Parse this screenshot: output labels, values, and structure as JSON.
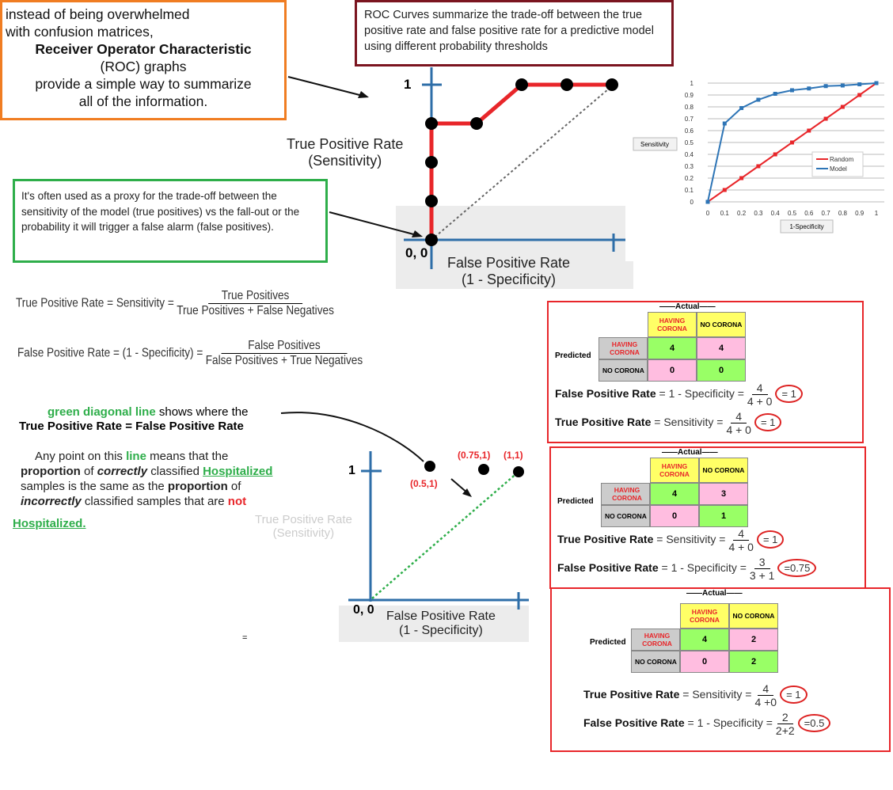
{
  "boxes": {
    "orange": [
      "instead of being overwhelmed",
      "with confusion matrices,",
      "Receiver Operator Characteristic",
      "(ROC) graphs",
      "provide a simple way to summarize",
      "all of the information."
    ],
    "maroon": "ROC Curves summarize the trade-off between the true positive rate and false positive rate for a predictive model using different probability thresholds",
    "green": "It's often used as a proxy for the trade-off between the sensitivity of the model (true positives) vs the fall-out or the probability it will trigger a false alarm (false positives)."
  },
  "roc_main": {
    "y_label": "True Positive Rate",
    "y_sub": "(Sensitivity)",
    "x_label": "False Positive Rate",
    "x_sub": "(1 - Specificity)",
    "origin": "0, 0",
    "one": "1",
    "points": [
      [
        0,
        0
      ],
      [
        0,
        0.25
      ],
      [
        0,
        0.5
      ],
      [
        0,
        0.75
      ],
      [
        0.25,
        0.75
      ],
      [
        0.5,
        1
      ],
      [
        0.75,
        1
      ],
      [
        1,
        1
      ]
    ]
  },
  "chart_data": {
    "type": "line",
    "x": [
      0,
      0.1,
      0.2,
      0.3,
      0.4,
      0.5,
      0.6,
      0.7,
      0.8,
      0.9,
      1
    ],
    "series": [
      {
        "name": "Random",
        "color": "#e8262a",
        "values": [
          0,
          0.1,
          0.2,
          0.3,
          0.4,
          0.5,
          0.6,
          0.7,
          0.8,
          0.9,
          1
        ]
      },
      {
        "name": "Model",
        "color": "#2e75b6",
        "values": [
          0,
          0.66,
          0.79,
          0.86,
          0.91,
          0.94,
          0.955,
          0.975,
          0.98,
          0.99,
          1
        ]
      }
    ],
    "xlabel": "1-Specificity",
    "ylabel": "Sensitivity",
    "xlim": [
      0,
      1
    ],
    "ylim": [
      0,
      1
    ],
    "xticks": [
      "0",
      "0.1",
      "0.2",
      "0.3",
      "0.4",
      "0.5",
      "0.6",
      "0.7",
      "0.8",
      "0.9",
      "1"
    ],
    "yticks": [
      "0",
      "0.1",
      "0.2",
      "0.3",
      "0.4",
      "0.5",
      "0.6",
      "0.7",
      "0.8",
      "0.9",
      "1"
    ],
    "legend": "right"
  },
  "formulas": {
    "tpr_lhs": "True Positive Rate = Sensitivity =",
    "tpr_num": "True Positives",
    "tpr_den": "True Positives + False Negatives",
    "fpr_lhs": "False Positive Rate = (1 - Specificity) =",
    "fpr_num": "False Positives",
    "fpr_den": "False Positives + True Negatives"
  },
  "diag": {
    "l1a": "green diagonal line",
    "l1b": " shows where the",
    "l2": "True Positive Rate = False Positive Rate",
    "p1": "Any point on this ",
    "p1g": "line",
    "p1b": " means that the",
    "p2a": "proportion",
    "p2b": " of ",
    "p2c": "correctly",
    "p2d": " classified ",
    "p2e": "Hospitalized",
    "p3a": "samples is the same as the ",
    "p3b": "proportion",
    "p3c": " of",
    "p4a": "incorrectly",
    "p4b": " classified samples that are ",
    "p4c": "not",
    "p5": "Hospitalized.",
    "pt1": "(0.5,1)",
    "pt2": "(0.75,1)",
    "pt3": "(1,1)",
    "stray": "="
  },
  "cm": {
    "actual": "Actual",
    "predicted": "Predicted",
    "having": "HAVING CORONA",
    "no": "NO CORONA",
    "m1": {
      "tp": "4",
      "fp": "4",
      "fn": "0",
      "tn": "0",
      "fpr_lhs": "False Positive Rate",
      "fpr_mid": " = 1 - Specificity =",
      "fpr_num": "4",
      "fpr_den": "4 + 0",
      "fpr_res": "= 1",
      "tpr_lhs": "True Positive Rate",
      "tpr_mid": " = Sensitivity =",
      "tpr_num": "4",
      "tpr_den": "4 + 0",
      "tpr_res": "= 1"
    },
    "m2": {
      "tp": "4",
      "fp": "3",
      "fn": "0",
      "tn": "1",
      "tpr_lhs": "True Positive Rate",
      "tpr_mid": " = Sensitivity =",
      "tpr_num": "4",
      "tpr_den": "4 + 0",
      "tpr_res": "= 1",
      "fpr_lhs": "False Positive Rate",
      "fpr_mid": " = 1 - Specificity =",
      "fpr_num": "3",
      "fpr_den": "3 + 1",
      "fpr_res": "=0.75"
    },
    "m3": {
      "tp": "4",
      "fp": "2",
      "fn": "0",
      "tn": "2",
      "tpr_lhs": "True Positive Rate",
      "tpr_mid": " = Sensitivity =",
      "tpr_num": "4",
      "tpr_den": "4 +0",
      "tpr_res": "= 1",
      "fpr_lhs": "False Positive Rate",
      "fpr_mid": " = 1 - Specificity =",
      "fpr_num": "2",
      "fpr_den": "2+2",
      "fpr_res": "=0.5"
    }
  }
}
